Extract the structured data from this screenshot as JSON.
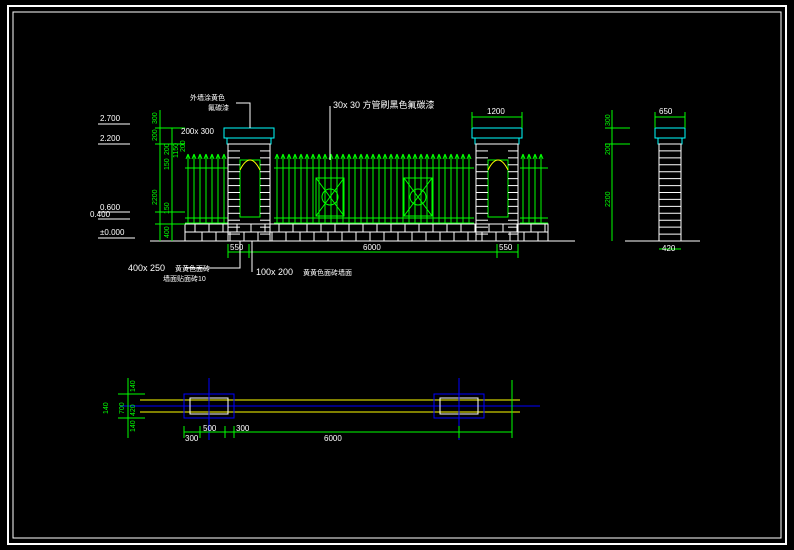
{
  "front_elevation": {
    "level_marks": [
      "2.700",
      "2.200",
      "0.600",
      "0.400",
      "±0.000"
    ],
    "left_vertical_dims": [
      "300",
      "200",
      "2200",
      "150",
      "150",
      "400",
      "200"
    ],
    "cap_dims": "200x 300",
    "post_small_dims": [
      "1150",
      "200"
    ],
    "top_dim": "1200",
    "bottom_dims": [
      "550",
      "6000",
      "550"
    ],
    "notes": {
      "cap_note_line1": "外墙涂黄色",
      "cap_note_line2": "氟碳漆",
      "rail_note": "30x 30 方管刷黑色氟碳漆",
      "base_note_dims": "400x 250",
      "base_note_line1": "黄黄色面砖",
      "base_note_line2": "墙面贴面砖10",
      "post_note_dims": "100x 200",
      "post_note": "黄黄色面砖墙面"
    }
  },
  "side_elevation": {
    "top_dim": "650",
    "vertical_dims": [
      "300",
      "200",
      "2200"
    ],
    "bottom_dim": "420"
  },
  "plan": {
    "left_dims": [
      "140",
      "140",
      "420",
      "700",
      "140"
    ],
    "bottom_dims": [
      "300",
      "500",
      "300",
      "6000"
    ]
  },
  "colors": {
    "fence": "#00ff00",
    "masonry": "#ffffff",
    "cap": "#00ffff",
    "plan_post": "#0000ff",
    "center_line": "#ffff00",
    "frame": "#ffffff",
    "background": "#000000"
  }
}
